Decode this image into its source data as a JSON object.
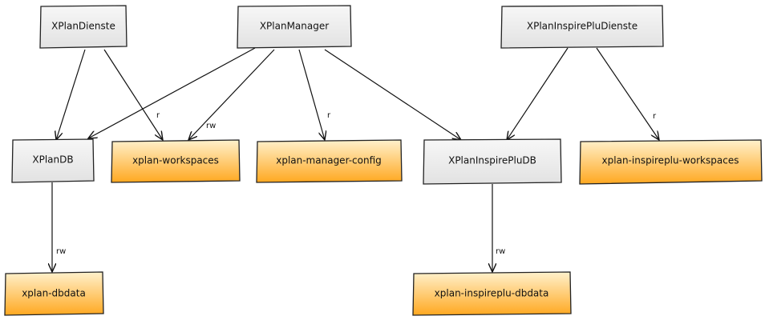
{
  "nodes": {
    "xplan_dienste": "XPlanDienste",
    "xplan_manager": "XPlanManager",
    "xplan_inspire_plu_dienste": "XPlanInspirePluDienste",
    "xplan_db": "XPlanDB",
    "xplan_workspaces": "xplan-workspaces",
    "xplan_manager_config": "xplan-manager-config",
    "xplan_inspire_plu_db": "XPlanInspirePluDB",
    "xplan_inspireplu_workspaces": "xplan-inspireplu-workspaces",
    "xplan_dbdata": "xplan-dbdata",
    "xplan_inspireplu_dbdata": "xplan-inspireplu-dbdata"
  },
  "edges": {
    "dienste_workspaces": "r",
    "manager_workspaces": "rw",
    "manager_config": "r",
    "inspire_dienste_workspaces": "r",
    "db_dbdata": "rw",
    "inspire_db_dbdata": "rw"
  },
  "colors": {
    "component_fill": "#eeeeee",
    "volume_fill": "#ffb733",
    "stroke": "#222222"
  }
}
